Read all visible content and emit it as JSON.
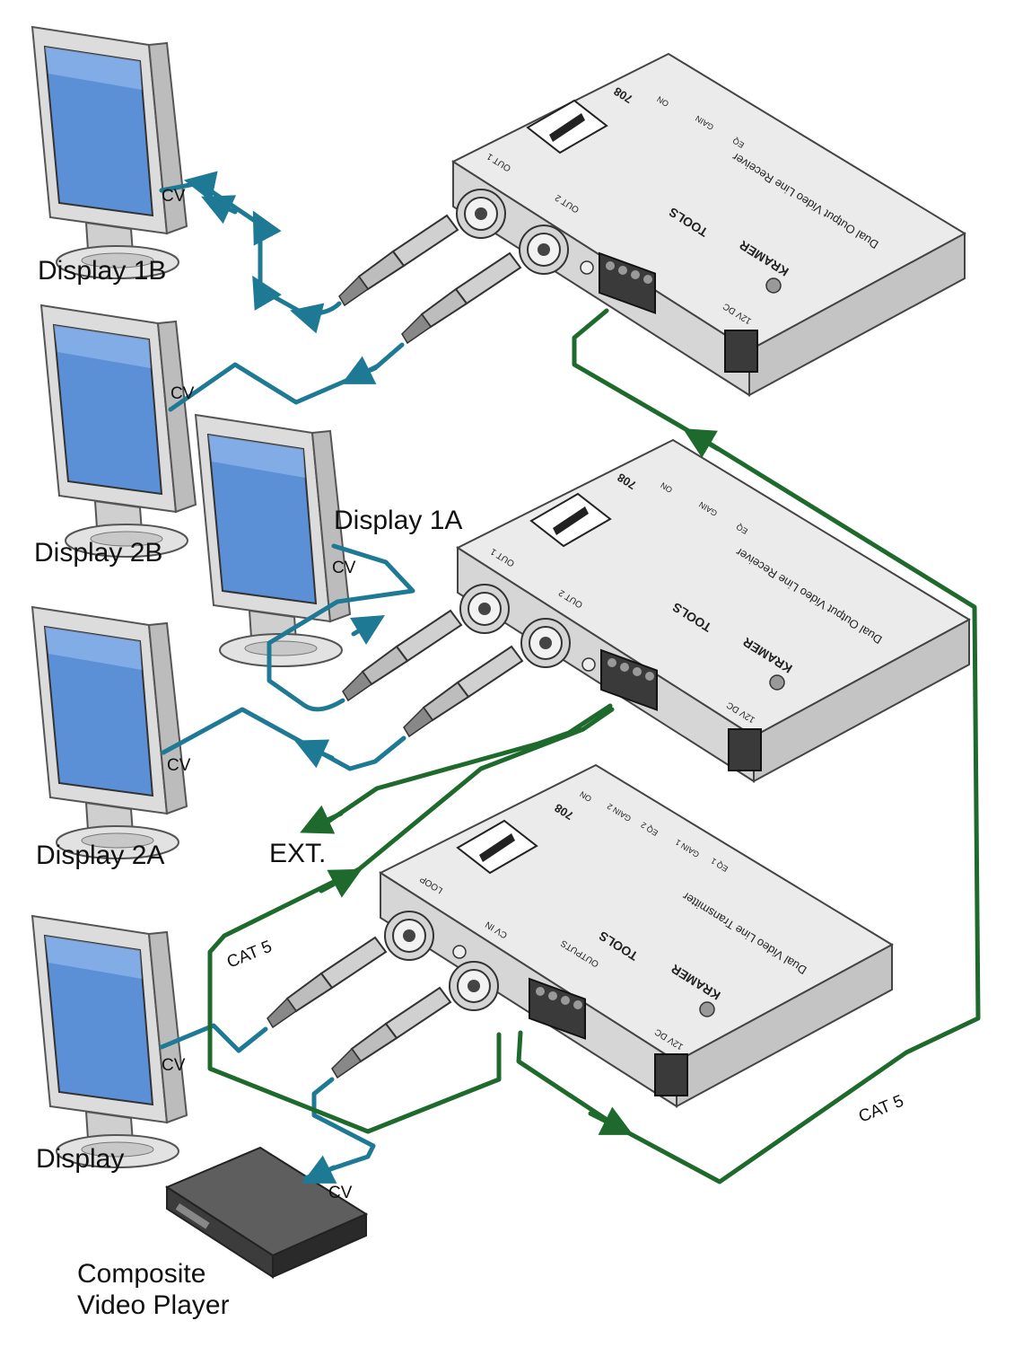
{
  "colors": {
    "video_cable": "#1e7a94",
    "cat5_cable": "#1d6a2c",
    "device_top": "#ebebeb",
    "device_side": "#cfcfcf",
    "device_front": "#d9d9d9",
    "monitor_frame": "#dcdcdc",
    "monitor_screen": "#5b8fd6"
  },
  "labels": {
    "display_1b": "Display 1B",
    "display_2b": "Display 2B",
    "display_1a": "Display 1A",
    "display_2a": "Display 2A",
    "display": "Display",
    "player_line1": "Composite",
    "player_line2": "Video Player",
    "ext": "EXT.",
    "cv": "CV",
    "cat5": "CAT 5"
  },
  "receiver_top": {
    "brand": "KRAMER",
    "series": "TOOLS",
    "model": "708",
    "title": "Dual Output Video Line Receiver",
    "out1": "OUT 1",
    "out2": "OUT 2",
    "power": "12V DC",
    "ctrl": [
      "ON",
      "GAIN",
      "EQ"
    ]
  },
  "receiver_mid": {
    "brand": "KRAMER",
    "series": "TOOLS",
    "model": "708",
    "title": "Dual Output Video Line Receiver",
    "out1": "OUT 1",
    "out2": "OUT 2",
    "power": "12V DC",
    "ctrl": [
      "ON",
      "GAIN",
      "EQ"
    ]
  },
  "transmitter": {
    "brand": "KRAMER",
    "series": "TOOLS",
    "model": "708",
    "title": "Dual Video Line Transmitter",
    "loop": "LOOP",
    "cv_in": "CV IN",
    "outputs": "OUTPUTS",
    "power": "12V DC",
    "ctrl": [
      "ON",
      "GAIN 2",
      "EQ 2",
      "GAIN 1",
      "EQ 1"
    ]
  }
}
